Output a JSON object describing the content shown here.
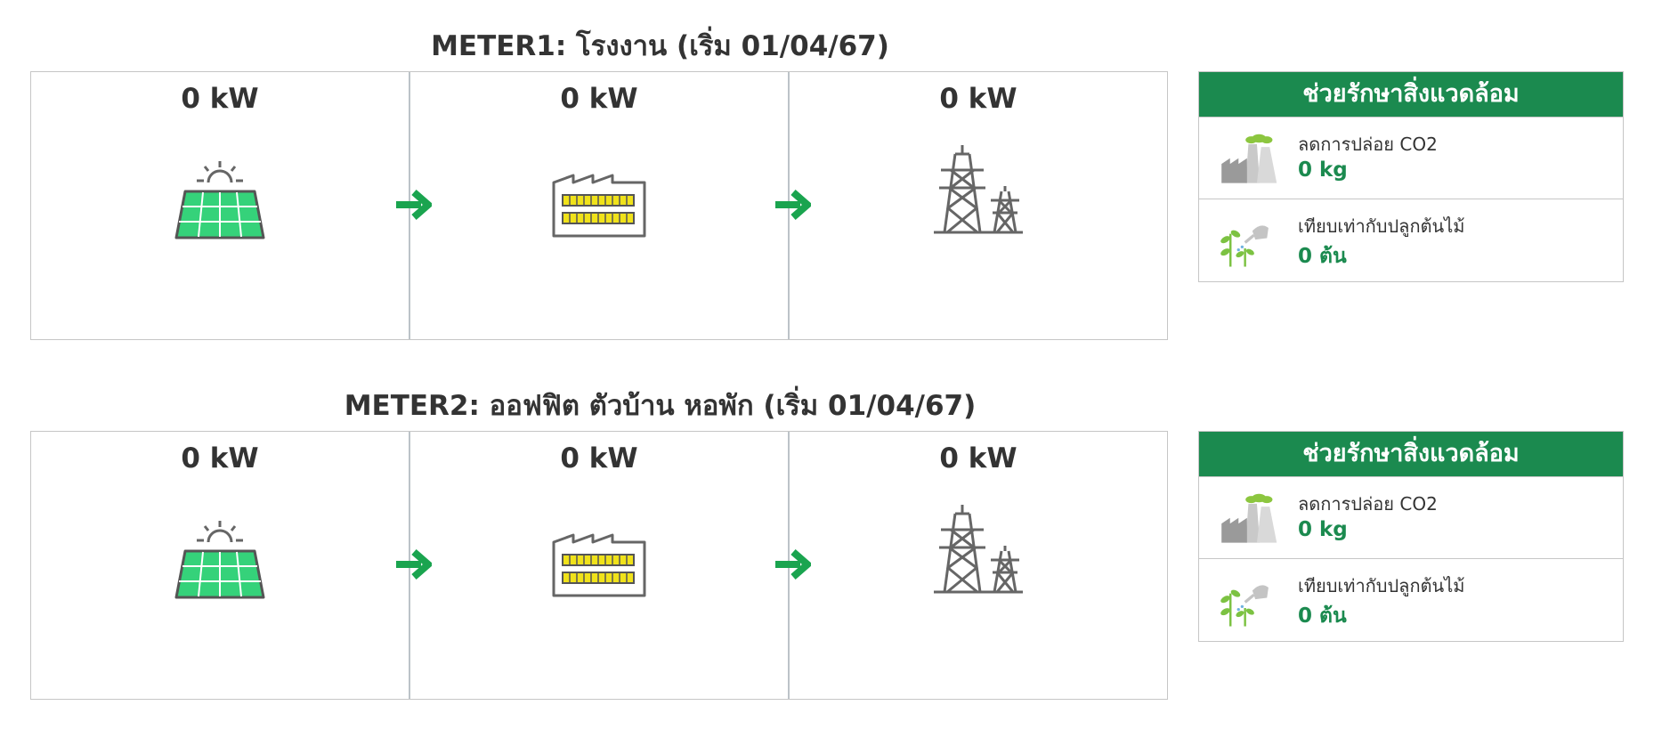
{
  "meters": [
    {
      "title": "METER1: โรงงาน (เริ่ม 01/04/67)",
      "flow": [
        {
          "value": "0 kW",
          "icon": "solar-panel-icon"
        },
        {
          "value": "0 kW",
          "icon": "factory-icon"
        },
        {
          "value": "0 kW",
          "icon": "power-transmission-tower-icon"
        }
      ],
      "env": {
        "header": "ช่วยรักษาสิ่งแวดล้อม",
        "co2_label": "ลดการปล่อย CO2",
        "co2_value": "0 kg",
        "tree_label": "เทียบเท่ากับปลูกต้นไม้",
        "tree_value": "0 ต้น"
      }
    },
    {
      "title": "METER2: ออฟฟิต ตัวบ้าน หอพัก (เริ่ม 01/04/67)",
      "flow": [
        {
          "value": "0 kW",
          "icon": "solar-panel-icon"
        },
        {
          "value": "0 kW",
          "icon": "factory-icon"
        },
        {
          "value": "0 kW",
          "icon": "power-transmission-tower-icon"
        }
      ],
      "env": {
        "header": "ช่วยรักษาสิ่งแวดล้อม",
        "co2_label": "ลดการปล่อย CO2",
        "co2_value": "0 kg",
        "tree_label": "เทียบเท่ากับปลูกต้นไม้",
        "tree_value": "0 ต้น"
      }
    }
  ],
  "colors": {
    "accent_green": "#1b8a4f",
    "arrow_green": "#1aa44f",
    "panel_green": "#35d27a",
    "icon_gray": "#666666",
    "led_yellow": "#f0e21a"
  }
}
